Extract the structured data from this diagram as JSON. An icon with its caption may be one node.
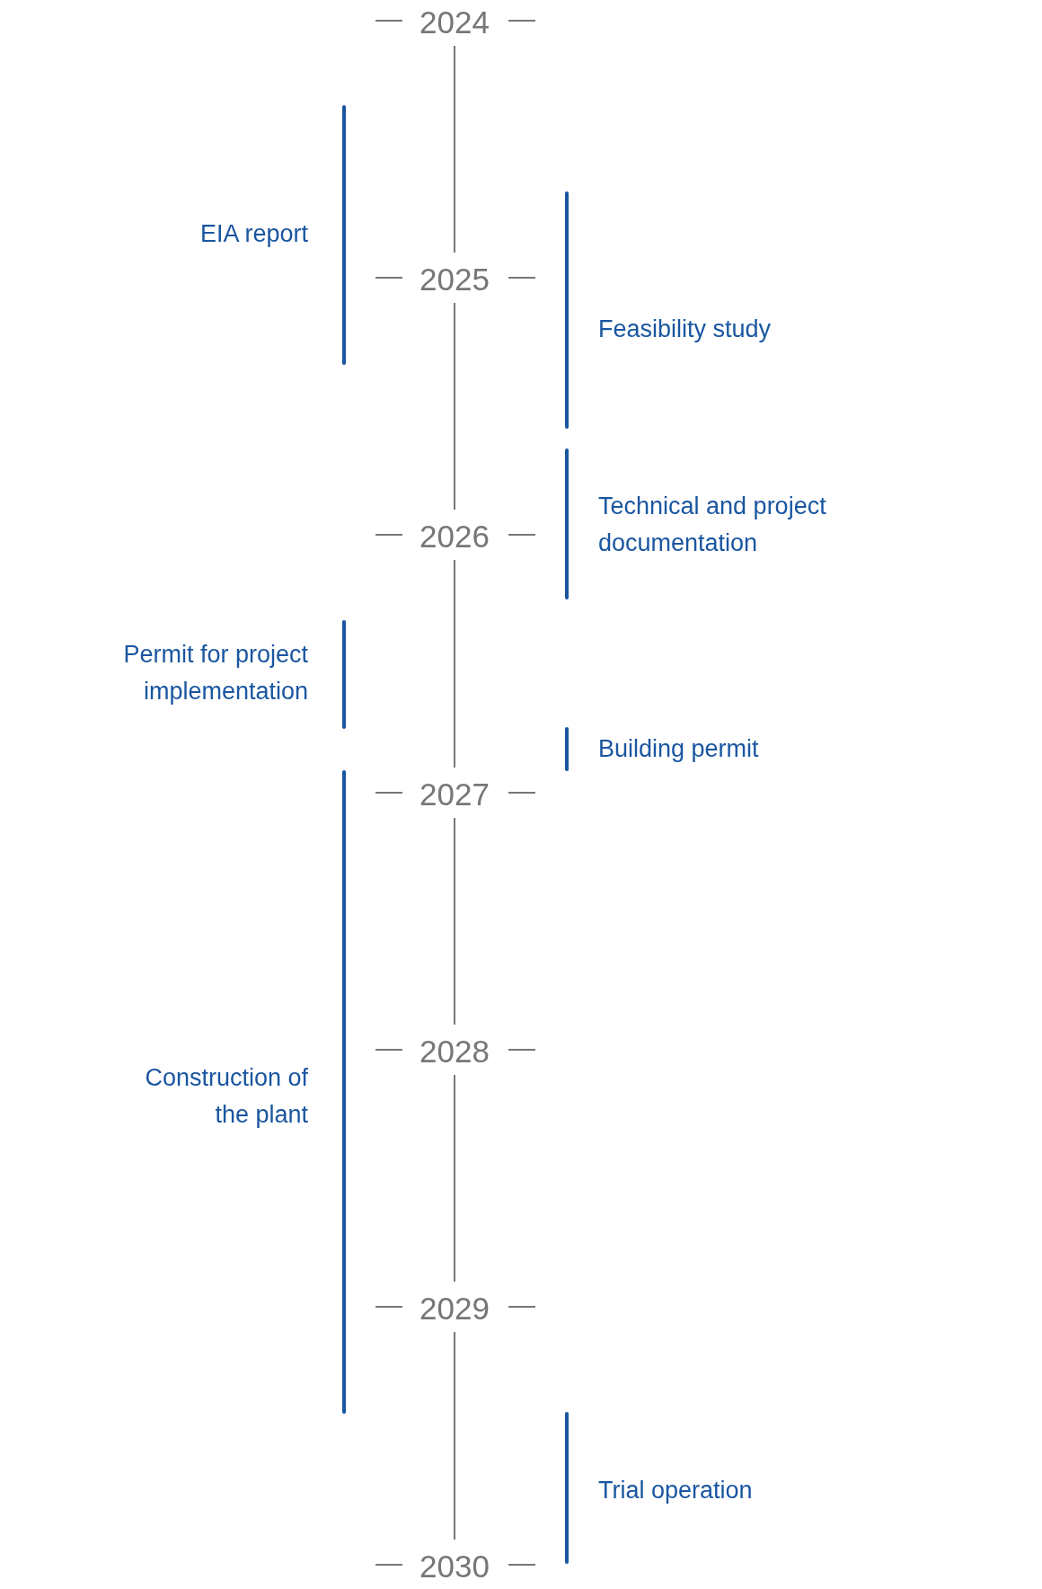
{
  "diagram": {
    "labels": [
      "2024",
      "EIA report",
      "2025",
      "Feasibility study",
      "Technical and project documentation",
      "2026",
      "Permit for project implementation",
      "Building permit",
      "2027",
      "2028",
      "Construction of the plant",
      "2029",
      "Trial operation",
      "2030"
    ]
  }
}
